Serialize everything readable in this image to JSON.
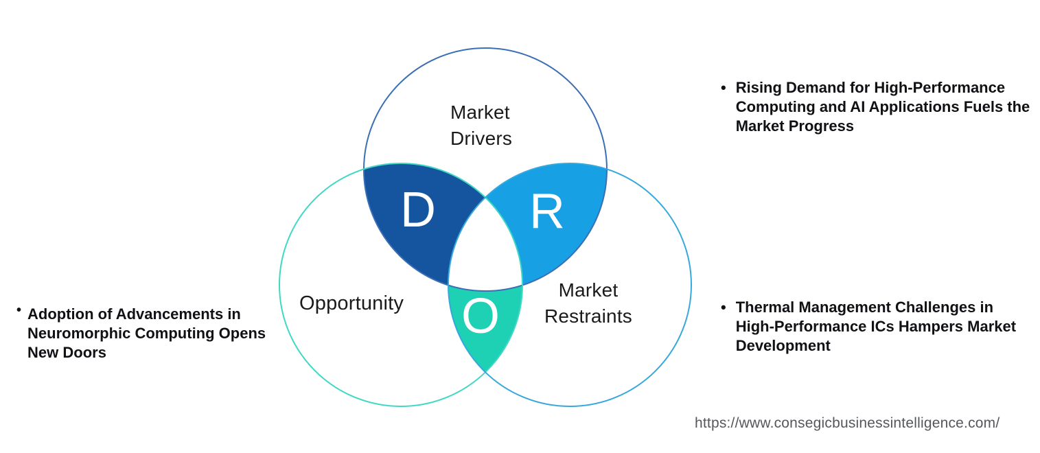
{
  "diagram": {
    "circles": {
      "drivers": {
        "label": "Market Drivers",
        "outline_color": "#3a6eb5"
      },
      "opportunity": {
        "label": "Opportunity",
        "outline_color": "#3fd8c4"
      },
      "restraints": {
        "label": "Market Restraints",
        "outline_color": "#35a8dc"
      }
    },
    "overlaps": {
      "d": {
        "letter": "D",
        "fill_color": "#15549e"
      },
      "r": {
        "letter": "R",
        "fill_color": "#17a0e4"
      },
      "o": {
        "letter": "O",
        "fill_color": "#1ed0b4"
      }
    },
    "center_overlap_color": "#ffffff",
    "letter_color": "#ffffff",
    "label_color": "#1a1a1a"
  },
  "notes": {
    "bullet_char": "•",
    "driver_note": "Rising Demand for High-Performance Computing and AI Applications Fuels the Market Progress",
    "restraint_note": "Thermal Management Challenges in High-Performance ICs Hampers Market Development",
    "opportunity_note": "Adoption of Advancements in Neuromorphic Computing Opens New Doors",
    "note_text_color": "#101114"
  },
  "footer": {
    "source_url": "https://www.consegicbusinessintelligence.com/",
    "url_color": "#55575b"
  }
}
